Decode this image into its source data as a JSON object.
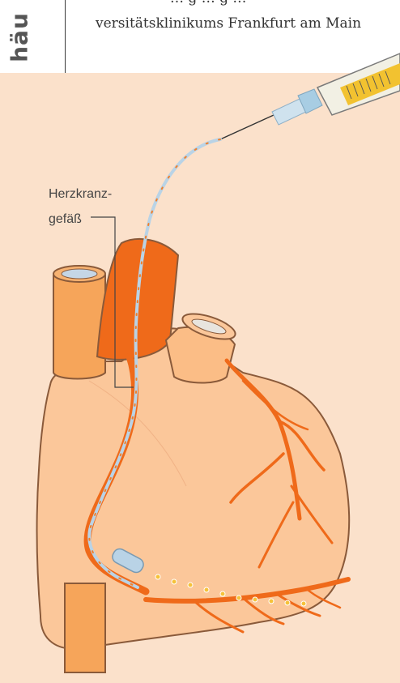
{
  "header": {
    "side_logo": "häu",
    "text_top": "… g   …   g   …",
    "text_line": "versitätsklinikums Frankfurt am Main"
  },
  "figure": {
    "callout_line1": "Herzkranz-",
    "callout_line2": "gefäß"
  },
  "colors": {
    "background": "#fbe1cb",
    "heart": "#fbc79a",
    "vessel": "#ef6a1a",
    "aorta": "#f27f2a",
    "catheter": "#b9d3e6"
  }
}
